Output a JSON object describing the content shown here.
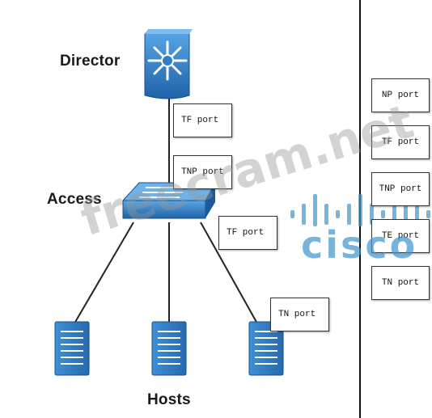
{
  "nodes": {
    "director": "Director",
    "access": "Access",
    "hosts": "Hosts"
  },
  "port_labels": {
    "director_to_access_top": "TF port",
    "director_to_access_bottom": "TNP port",
    "access_to_host": "TF port",
    "host_side": "TN port"
  },
  "answer_options": [
    "NP port",
    "TF port",
    "TNP port",
    "TE port",
    "TN port"
  ],
  "watermark": {
    "text": "freecram.net",
    "logo_text": "cisco"
  },
  "colors": {
    "device_blue": "#2f7fc8",
    "device_dark": "#1c5a9a",
    "cisco_blue": "#3c94cd"
  }
}
